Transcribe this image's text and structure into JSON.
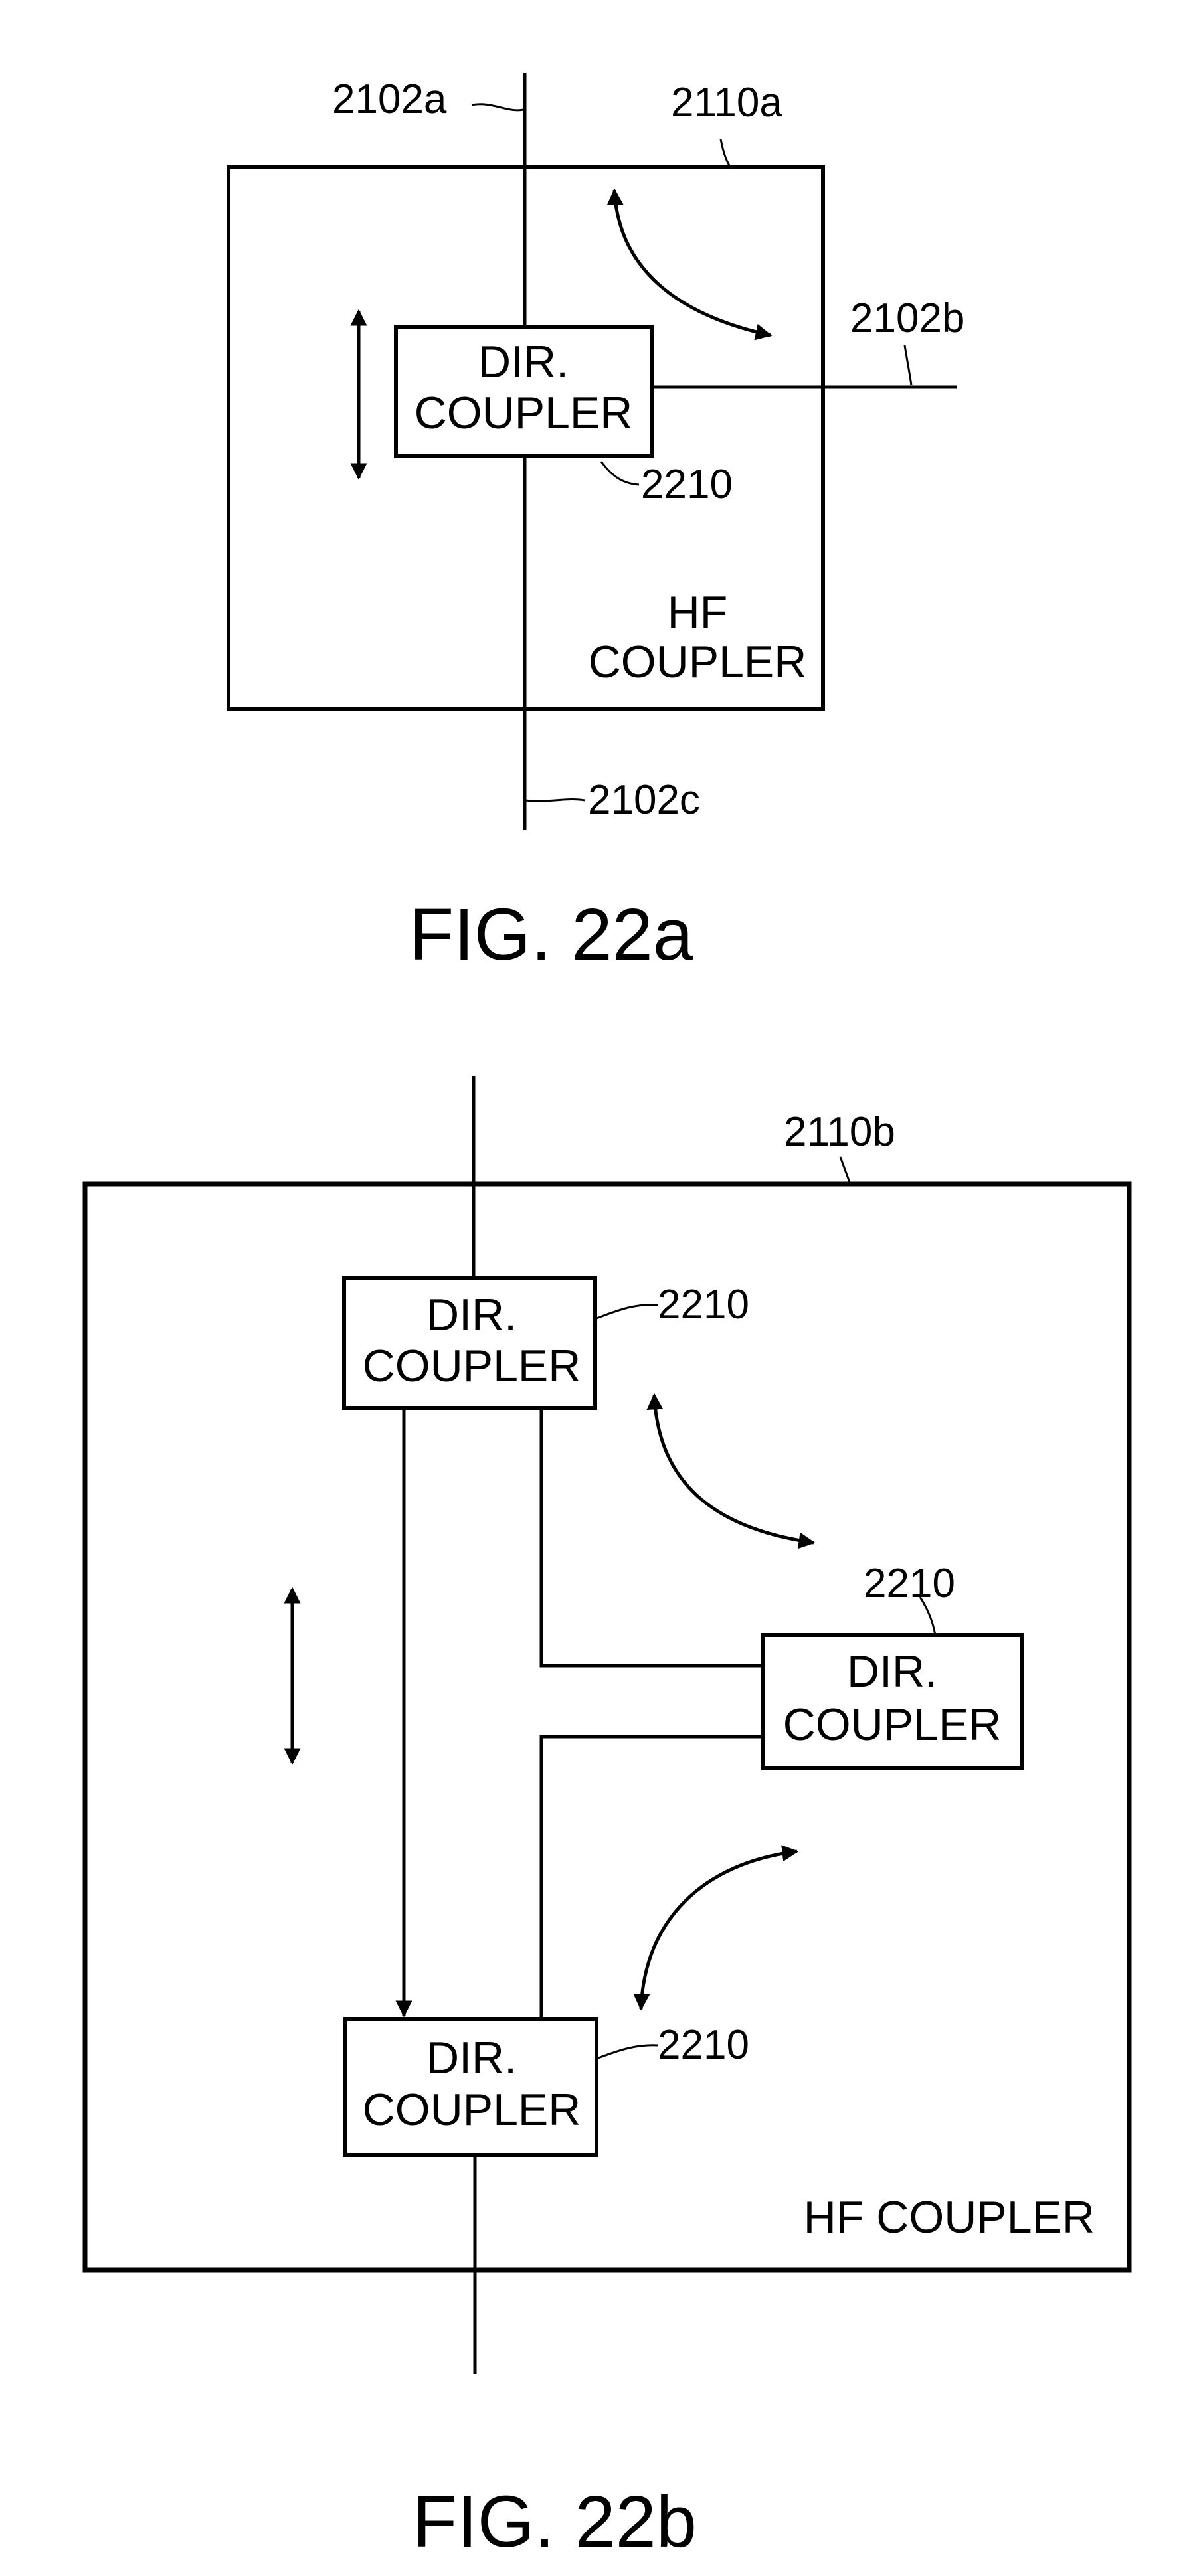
{
  "fig_a": {
    "caption": "FIG. 22a",
    "ref_line_top": "2102a",
    "ref_box": "2110a",
    "ref_line_right": "2102b",
    "ref_line_bottom": "2102c",
    "ref_dir_coupler": "2210",
    "dir_coupler_line1": "DIR.",
    "dir_coupler_line2": "COUPLER",
    "box_label_line1": "HF",
    "box_label_line2": "COUPLER"
  },
  "fig_b": {
    "caption": "FIG. 22b",
    "ref_box": "2110b",
    "box_label": "HF COUPLER",
    "couplers": [
      {
        "line1": "DIR.",
        "line2": "COUPLER",
        "ref": "2210"
      },
      {
        "line1": "DIR.",
        "line2": "COUPLER",
        "ref": "2210"
      },
      {
        "line1": "DIR.",
        "line2": "COUPLER",
        "ref": "2210"
      }
    ]
  }
}
